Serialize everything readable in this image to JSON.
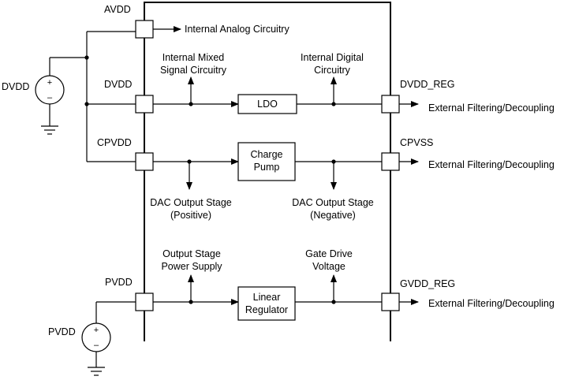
{
  "pins": {
    "avdd": "AVDD",
    "dvdd": "DVDD",
    "cpvdd": "CPVDD",
    "pvdd": "PVDD",
    "dvdd_reg": "DVDD_REG",
    "cpvss": "CPVSS",
    "gvdd_reg": "GVDD_REG"
  },
  "sources": {
    "dvdd": "DVDD",
    "pvdd": "PVDD",
    "plus": "+",
    "minus": "–"
  },
  "blocks": {
    "ldo": "LDO",
    "charge_pump": [
      "Charge",
      "Pump"
    ],
    "linear_regulator": [
      "Linear",
      "Regulator"
    ]
  },
  "signals": {
    "internal_analog": "Internal Analog Circuitry",
    "internal_mixed": [
      "Internal Mixed",
      "Signal Circuitry"
    ],
    "internal_digital": [
      "Internal Digital",
      "Circuitry"
    ],
    "dac_positive": [
      "DAC Output Stage",
      "(Positive)"
    ],
    "dac_negative": [
      "DAC Output Stage",
      "(Negative)"
    ],
    "output_stage_power": [
      "Output Stage",
      "Power Supply"
    ],
    "gate_drive": [
      "Gate Drive",
      "Voltage"
    ],
    "ext_filter_1": "External Filtering/Decoupling",
    "ext_filter_2": "External Filtering/Decoupling",
    "ext_filter_3": "External Filtering/Decoupling"
  }
}
